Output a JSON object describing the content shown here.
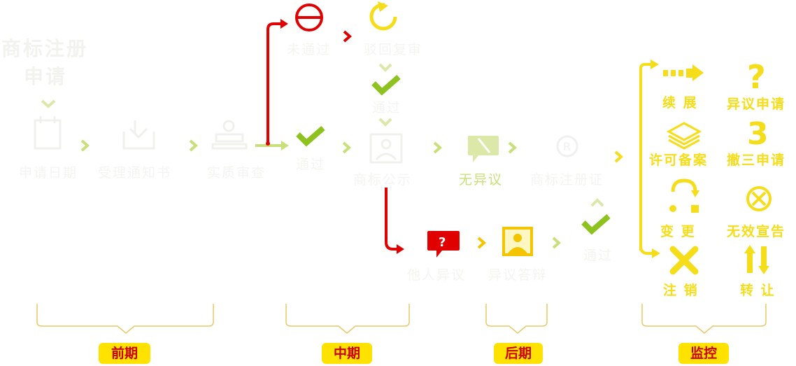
{
  "title": {
    "line1": "商标注册",
    "line2": "申请"
  },
  "early": {
    "date": "申请日期",
    "notice": "受理通知书",
    "exam": "实质审查"
  },
  "middle": {
    "fail": "未通过",
    "review": "驳回复审",
    "review_pass": "通过",
    "pass": "通过",
    "publish": "商标公示",
    "opposition": "他人异议",
    "reply": "异议答辩"
  },
  "late": {
    "no_objection": "无异议",
    "certificate": "商标注册证",
    "pass": "通过"
  },
  "monitor": {
    "renew": "续 展",
    "license": "许可备案",
    "change": "变 更",
    "cancel": "注 销",
    "dispute": "异议申请",
    "revoke3": "撤三申请",
    "invalid": "无效宣告",
    "transfer": "转 让"
  },
  "phases": {
    "early": "前期",
    "middle": "中期",
    "late": "后期",
    "monitor": "监控"
  },
  "colors": {
    "red": "#e00000",
    "yellow": "#f5dd1a",
    "lime": "#c9e07a",
    "green": "#8dc21f",
    "gold": "#f5c400"
  }
}
